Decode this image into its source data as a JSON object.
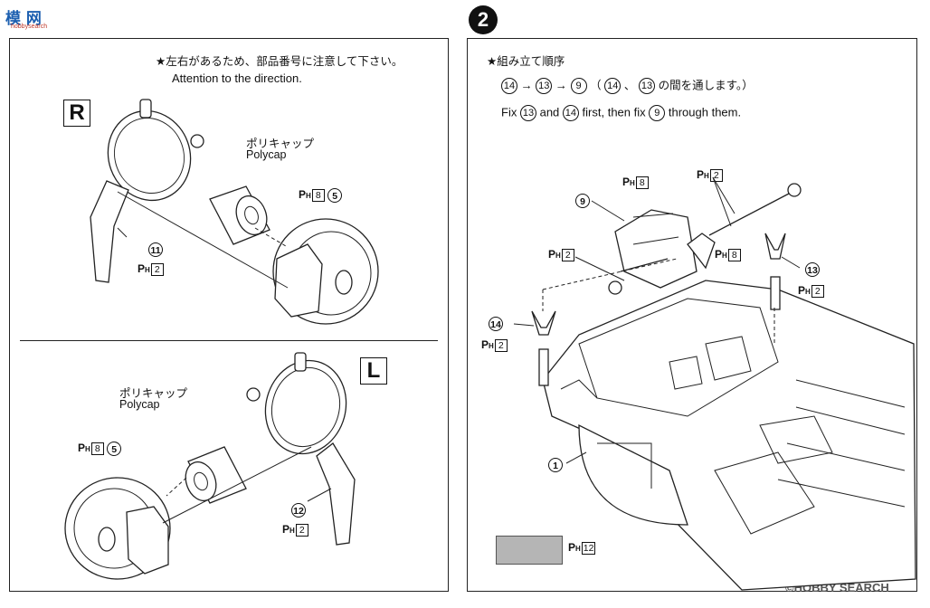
{
  "logo": {
    "name": "模 网",
    "url": "hobbysearch"
  },
  "step_badge": "2",
  "left": {
    "note_jp": "★左右があるため、部品番号に注意して下さい。",
    "note_en": "Attention to the direction.",
    "r_marker": "R",
    "l_marker": "L",
    "polycap_jp": "ポリキャップ",
    "polycap_en": "Polycap",
    "r_wheel_ref": {
      "p": "P",
      "sub": "H",
      "box": "8",
      "circ": "5"
    },
    "r_arm_ref": {
      "circ": "11",
      "p": "P",
      "sub": "H",
      "box": "2"
    },
    "l_wheel_ref": {
      "p": "P",
      "sub": "H",
      "box": "8",
      "circ": "5"
    },
    "l_arm_ref": {
      "circ": "12",
      "p": "P",
      "sub": "H",
      "box": "2"
    }
  },
  "right": {
    "heading_jp": "★組み立て順序",
    "order": {
      "a": "14",
      "b": "13",
      "c": "9",
      "d": "14",
      "e": "13",
      "tail_jp": "の間を通します。）",
      "open": "（",
      "sep": "、",
      "arrow": "→"
    },
    "fix_text": {
      "w1": "Fix",
      "n1": "13",
      "w2": "and",
      "n2": "14",
      "w3": "first, then fix",
      "n3": "9",
      "w4": "through them."
    },
    "ref_9": {
      "circ": "9"
    },
    "ref_ph8_top": {
      "p": "P",
      "sub": "H",
      "box": "8"
    },
    "ref_ph2_top": {
      "p": "P",
      "sub": "H",
      "box": "2"
    },
    "ref_ph8_mid": {
      "p": "P",
      "sub": "H",
      "box": "8"
    },
    "ref_ph2_left": {
      "p": "P",
      "sub": "H",
      "box": "2"
    },
    "ref_13": {
      "circ": "13",
      "p": "P",
      "sub": "H",
      "box": "2"
    },
    "ref_14": {
      "circ": "14",
      "p": "P",
      "sub": "H",
      "box": "2"
    },
    "ref_1": {
      "circ": "1"
    },
    "swatch_ref": {
      "p": "P",
      "sub": "H",
      "box": "12"
    }
  },
  "watermark": "©HOBBY SEARCH"
}
